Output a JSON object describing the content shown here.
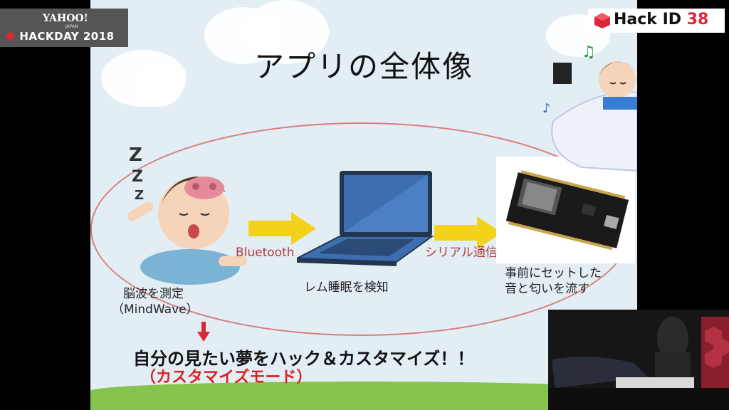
{
  "overlay": {
    "yahoo_label": "YAHOO!",
    "yahoo_sub": "JAPAN",
    "hackday_label": "HACKDAY 2018",
    "hack_id_label": "Hack ID",
    "hack_id_number": "38"
  },
  "slide": {
    "title": "アプリの全体像",
    "sleep_label_line1": "脳波を測定",
    "sleep_label_line2": "（MindWave）",
    "bluetooth_label": "Bluetooth",
    "laptop_label": "レム睡眠を検知",
    "serial_label": "シリアル通信",
    "device_label_line1": "事前にセットした",
    "device_label_line2": "音と匂いを流す",
    "bottom_line1": "自分の見たい夢をハック＆カスタマイズ！！",
    "bottom_line2": "（カスタマイズモード）",
    "zzz": "Z"
  },
  "colors": {
    "accent_red": "#d8283a",
    "arrow_yellow": "#f2d21b",
    "ellipse": "#d87d7d",
    "slide_bg": "#e3edf4"
  }
}
